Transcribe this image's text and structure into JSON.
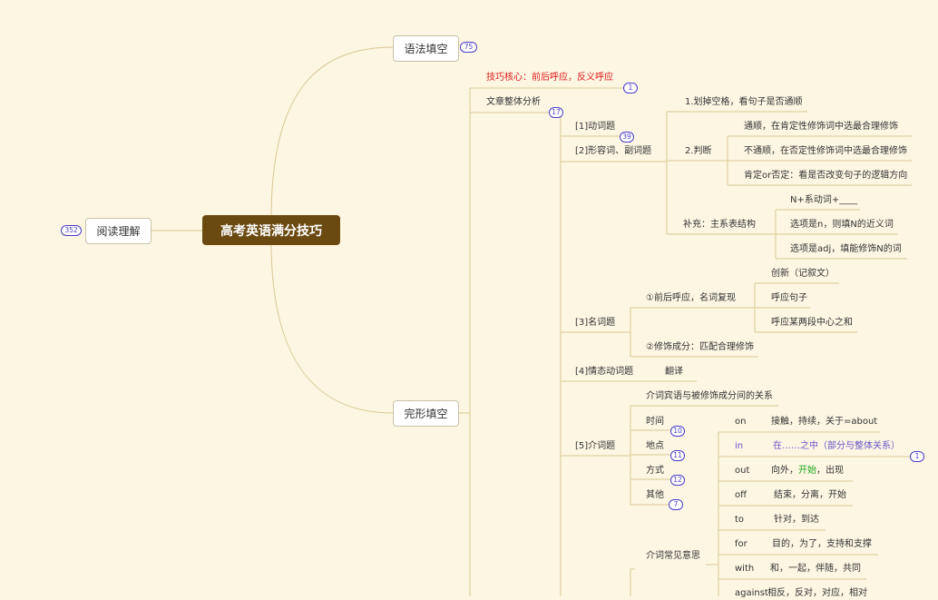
{
  "root": "高考英语满分技巧",
  "branches": {
    "reading": {
      "label": "阅读理解",
      "count": "352"
    },
    "grammar": {
      "label": "语法填空",
      "count": "75"
    },
    "cloze": {
      "label": "完形填空"
    }
  },
  "cloze": {
    "core": {
      "label": "技巧核心：前后呼应，反义呼应",
      "count": "1"
    },
    "analysis": {
      "label": "文章整体分析",
      "count": "17"
    },
    "verb": {
      "label": "[1]动词题",
      "count": "39"
    },
    "adj": "[2]形容词、副词题",
    "strike": "1.划掉空格，看句子是否通顺",
    "judge": "2.判断",
    "judge_items": [
      "通顺，在肯定性修饰词中选最合理修饰",
      "不通顺，在否定性修饰词中选最合理修饰",
      "肯定or否定：看是否改变句子的逻辑方向"
    ],
    "supp": "补充：主系表结构",
    "supp_items": [
      "N+系动词+____",
      "选项是n，则填N的近义词",
      "选项是adj，填能修饰N的词"
    ],
    "noun": "[3]名词题",
    "noun_a": "①前后呼应，名词复现",
    "noun_a_items": [
      "创新（记叙文）",
      "呼应句子",
      "呼应某两段中心之和"
    ],
    "noun_b": "②修饰成分：匹配合理修饰",
    "modal": "[4]情态动词题",
    "translate": "翻译",
    "prep": "[5]介词题",
    "prep_rel": "介词宾语与被修饰成分间的关系",
    "prep_cats": [
      {
        "label": "时间",
        "count": "10"
      },
      {
        "label": "地点",
        "count": "11"
      },
      {
        "label": "方式",
        "count": "12"
      },
      {
        "label": "其他",
        "count": "7"
      }
    ],
    "prep_common": "介词常见意思",
    "preps": [
      {
        "word": "on",
        "meaning": "接触，持续，关于=about"
      },
      {
        "word": "in",
        "meaning": "在……之中（部分与整体关系）",
        "count": "1"
      },
      {
        "word": "out",
        "meaning": "向外，",
        "hl": "开始",
        "tail": "，出现"
      },
      {
        "word": "off",
        "meaning": "结束，分离，开始"
      },
      {
        "word": "to",
        "meaning": "针对，到达"
      },
      {
        "word": "for",
        "meaning": "目的，为了，支持和支撑"
      },
      {
        "word": "with",
        "meaning": "和，一起，伴随，共同"
      },
      {
        "word": "against",
        "meaning": "相反，反对，对应，相对"
      }
    ]
  }
}
